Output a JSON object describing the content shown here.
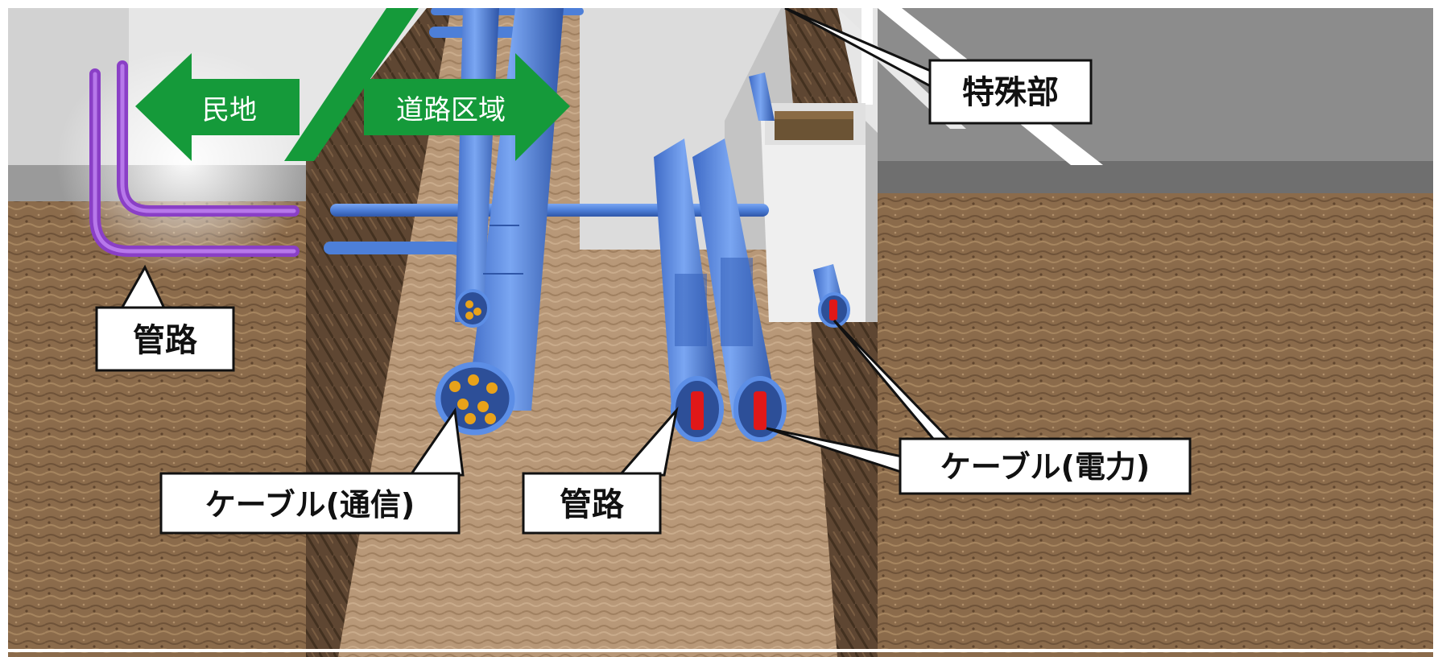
{
  "arrows": {
    "private_land": "民地",
    "road_area": "道路区域"
  },
  "callouts": {
    "special_section": "特殊部",
    "conduit_left": "管路",
    "cable_comm": "ケーブル(通信)",
    "conduit_center": "管路",
    "cable_power": "ケーブル(電力)"
  },
  "colors": {
    "soil": "#8a6a4a",
    "soil_dark": "#6e5238",
    "trench_floor": "#b49474",
    "pipe_blue": "#5c8ee6",
    "pipe_blue_dark": "#3d6bc4",
    "pipe_purple": "#9b4fd6",
    "arrow_green": "#159a3a",
    "concrete": "#d9d9d9",
    "road_gray": "#8a8a8a",
    "cable_red": "#e01818",
    "cable_orange": "#e8a21a"
  }
}
